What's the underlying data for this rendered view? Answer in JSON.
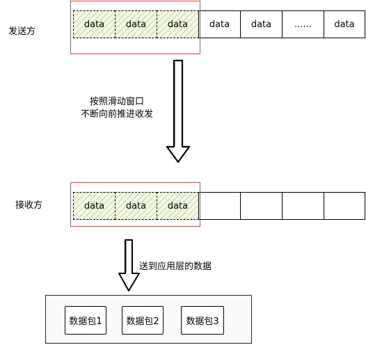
{
  "sender": {
    "label": "发送方",
    "cells": [
      "data",
      "data",
      "data",
      "data",
      "data",
      "......",
      "data"
    ]
  },
  "transition_1": {
    "line1": "按照滑动窗口",
    "line2": "不断向前推进收发"
  },
  "receiver": {
    "label": "接收方",
    "cells": [
      "data",
      "data",
      "data",
      "",
      "",
      "",
      ""
    ]
  },
  "transition_2": {
    "text": "送到应用层的数据"
  },
  "app_layer": {
    "packets": [
      "数据包1",
      "数据包2",
      "数据包3"
    ]
  },
  "colors": {
    "window_border": "#e53935",
    "highlight_fill": "#f3f8e6",
    "highlight_hatch": "#96be5a"
  }
}
